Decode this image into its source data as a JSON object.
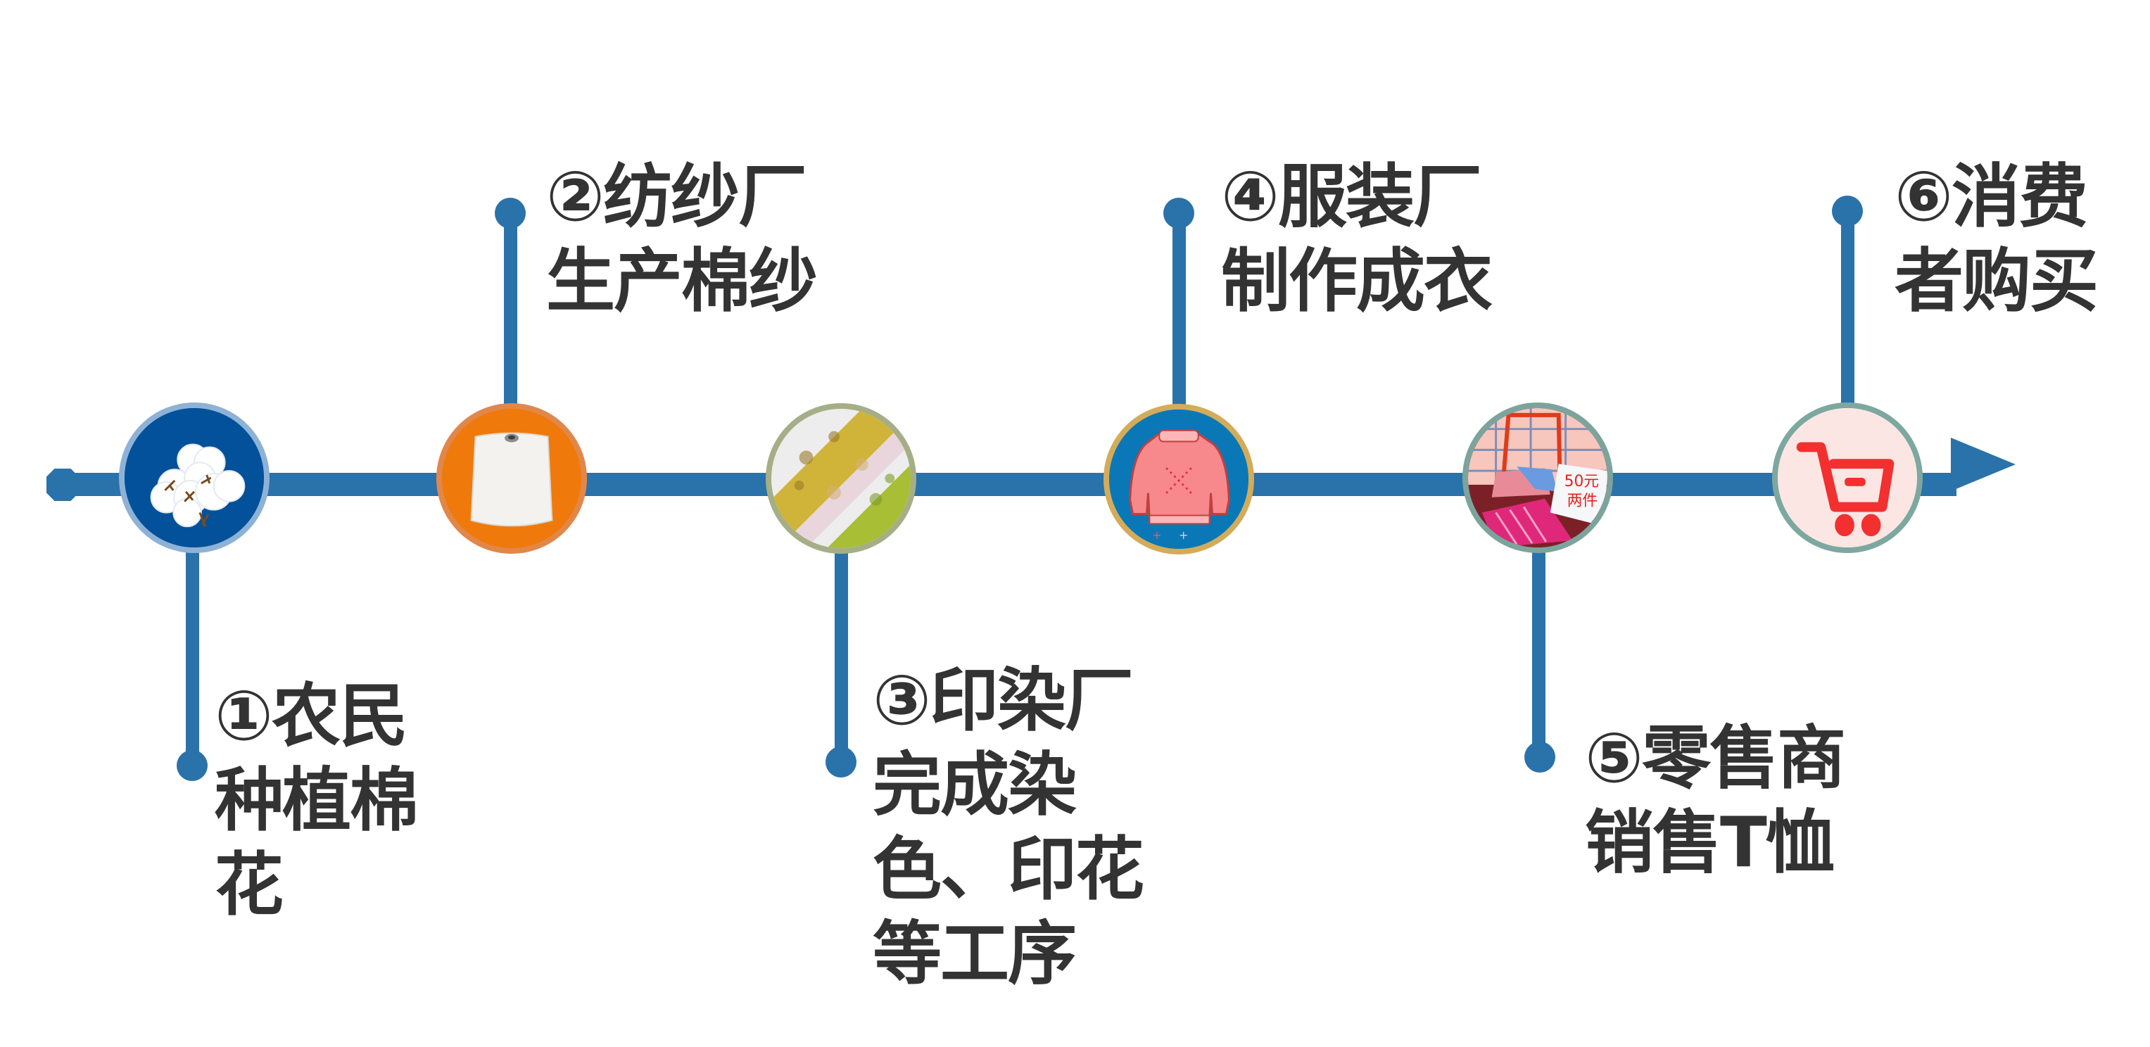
{
  "diagram": {
    "type": "process-timeline",
    "direction": "left-to-right",
    "colors": {
      "line": "#2A72AA",
      "text": "#333333"
    },
    "steps": [
      {
        "number": "①",
        "lines": [
          "①农民",
          "种植棉",
          "花"
        ],
        "icon": "cotton-boll-icon",
        "icon_bg": "#03519A",
        "icon_border": "#8EB2D6",
        "label_position": "below"
      },
      {
        "number": "②",
        "lines": [
          "②纺纱厂",
          "生产棉纱"
        ],
        "icon": "yarn-spool-icon",
        "icon_bg": "#EF7A0B",
        "icon_border": "#E2874A",
        "label_position": "above"
      },
      {
        "number": "③",
        "lines": [
          "③印染厂",
          "完成染",
          "色、印花",
          "等工序"
        ],
        "icon": "printed-fabric-rolls-icon",
        "icon_bg": "#D4B63A",
        "icon_border": "#A5AE86",
        "label_position": "below"
      },
      {
        "number": "④",
        "lines": [
          "④服装厂",
          "制作成衣"
        ],
        "icon": "sweater-icon",
        "icon_bg": "#0A78B6",
        "icon_border": "#D3AC5A",
        "label_position": "above"
      },
      {
        "number": "⑤",
        "lines": [
          "⑤零售商",
          "销售T恤"
        ],
        "icon": "retail-stall-icon",
        "icon_bg": "#C8503A",
        "icon_border": "#7CA49C",
        "sign_text": [
          "50元",
          "两件"
        ],
        "label_position": "below"
      },
      {
        "number": "⑥",
        "lines": [
          "⑥消费",
          "者购买"
        ],
        "icon": "shopping-cart-icon",
        "icon_bg": "#FBE6E3",
        "icon_border": "#7CA89F",
        "label_position": "above"
      }
    ]
  }
}
